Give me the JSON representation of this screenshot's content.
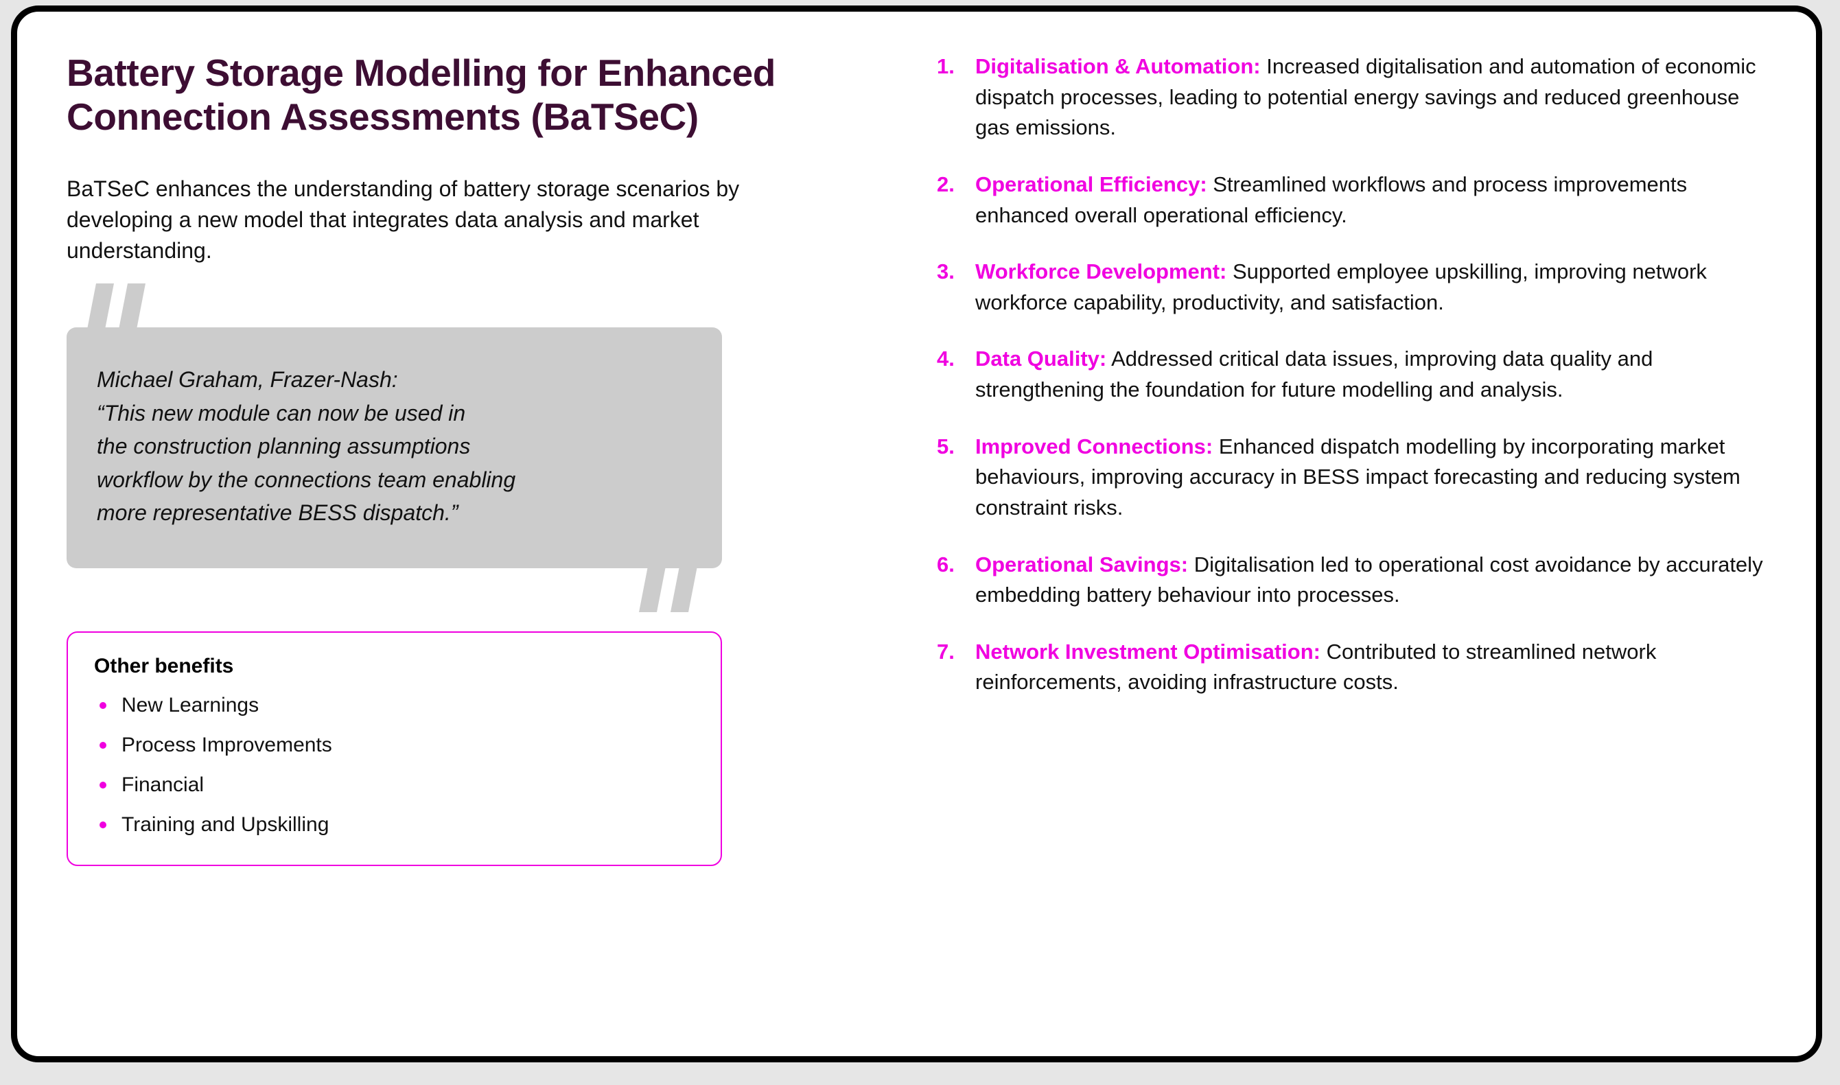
{
  "left": {
    "title": "Battery Storage Modelling for Enhanced Connection Assessments (BaTSeC)",
    "intro": "BaTSeC enhances the understanding of battery storage scenarios by developing a new model that integrates data analysis and market understanding.",
    "quote": {
      "attribution": "Michael Graham, Frazer-Nash:",
      "lines": [
        "“This new module can now be used in",
        "the construction planning assumptions",
        "workflow by the connections team enabling",
        "more representative BESS dispatch.”"
      ]
    },
    "benefits": {
      "heading": "Other benefits",
      "items": [
        "New Learnings",
        "Process Improvements",
        "Financial",
        "Training and Upskilling"
      ]
    }
  },
  "right": {
    "outcomes": [
      {
        "number": "1.",
        "label": "Digitalisation & Automation:",
        "description": " Increased digitalisation and automation of economic dispatch processes, leading to potential energy savings and reduced greenhouse gas emissions."
      },
      {
        "number": "2.",
        "label": "Operational Efficiency:",
        "description": " Streamlined workflows and process improvements enhanced overall operational efficiency."
      },
      {
        "number": "3.",
        "label": "Workforce Development:",
        "description": " Supported employee upskilling, improving network workforce capability, productivity, and satisfaction."
      },
      {
        "number": "4.",
        "label": "Data Quality:",
        "description": " Addressed critical data issues, improving data quality and strengthening the foundation for future modelling and analysis."
      },
      {
        "number": "5.",
        "label": "Improved Connections:",
        "description": " Enhanced dispatch modelling by incorporating market behaviours, improving accuracy in BESS impact forecasting and reducing system constraint risks."
      },
      {
        "number": "6.",
        "label": "Operational Savings:",
        "description": " Digitalisation led to operational cost avoidance by accurately embedding battery behaviour into processes."
      },
      {
        "number": "7.",
        "label": "Network Investment Optimisation:",
        "description": " Contributed to streamlined network reinforcements, avoiding infrastructure costs."
      }
    ]
  },
  "colors": {
    "title_purple": "#3d0e33",
    "accent_magenta": "#f000e0",
    "quote_gray": "#cccccc",
    "body_black": "#111111",
    "frame_black": "#000000",
    "page_background": "#e6e6e6"
  }
}
